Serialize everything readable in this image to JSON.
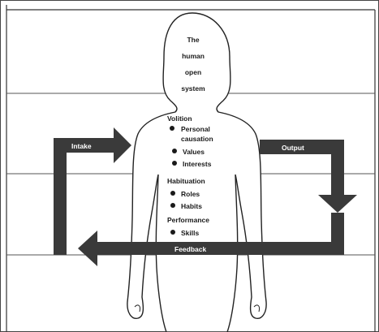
{
  "title_lines": [
    "The",
    "human",
    "open",
    "system"
  ],
  "sections": [
    {
      "heading": "Volition",
      "items": [
        [
          "Personal",
          "causation"
        ],
        [
          "Values"
        ],
        [
          "Interests"
        ]
      ]
    },
    {
      "heading": "Habituation",
      "items": [
        [
          "Roles"
        ],
        [
          "Habits"
        ]
      ]
    },
    {
      "heading": "Performance",
      "items": [
        [
          "Skills"
        ]
      ]
    }
  ],
  "arrows": {
    "intake": "Intake",
    "output": "Output",
    "feedback": "Feedback"
  },
  "colors": {
    "arrow": "#3a3a3a",
    "line": "#222222",
    "background": "#ffffff"
  }
}
